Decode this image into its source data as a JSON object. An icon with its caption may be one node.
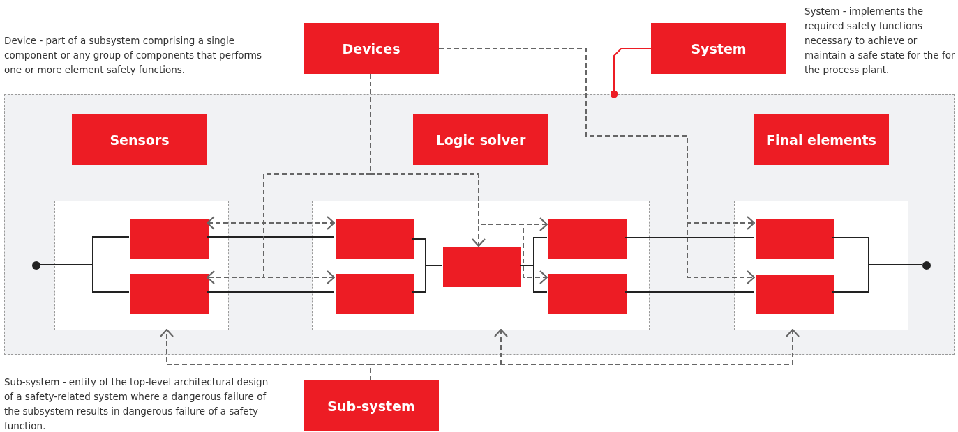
{
  "diagram": {
    "nodes": [
      {
        "text": [
          "Devices"
        ]
      },
      {
        "text": [
          "System"
        ]
      },
      {
        "text": [],
        "shape": "box"
      },
      {
        "text": [
          "Sensors"
        ],
        "in": 2
      },
      {
        "text": [
          "Logic solver"
        ],
        "in": 2
      },
      {
        "text": [
          "Final elements"
        ],
        "in": 2
      },
      {
        "text": [],
        "shape": "box",
        "in": 2
      },
      {
        "text": [],
        "shape": "box",
        "in": 6
      },
      {
        "text": [],
        "shape": "box",
        "in": 6
      },
      {
        "text": [],
        "shape": "box",
        "in": 2
      },
      {
        "text": [],
        "shape": "box",
        "in": 9
      },
      {
        "text": [],
        "shape": "box",
        "in": 9
      },
      {
        "text": [],
        "shape": "box",
        "in": 9
      },
      {
        "text": [],
        "shape": "box",
        "in": 9
      },
      {
        "text": [],
        "shape": "box",
        "in": 9
      },
      {
        "text": [],
        "shape": "box",
        "in": 2
      },
      {
        "text": [],
        "shape": "box",
        "in": 15
      },
      {
        "text": [],
        "shape": "box",
        "in": 15
      },
      {
        "text": [],
        "shape": "circle",
        "in": 2
      },
      {
        "text": [],
        "shape": "circle",
        "in": 2
      },
      {
        "text": [
          "Sub-system"
        ]
      }
    ],
    "edges": [
      {
        "from": 18,
        "to": 7,
        "arrow": "none"
      },
      {
        "from": 18,
        "to": 8,
        "arrow": "none"
      },
      {
        "from": 7,
        "to": 10,
        "arrow": "none"
      },
      {
        "from": 8,
        "to": 11,
        "arrow": "none"
      },
      {
        "from": 10,
        "to": 12,
        "arrow": "none"
      },
      {
        "from": 11,
        "to": 12,
        "arrow": "none"
      },
      {
        "from": 12,
        "to": 13,
        "arrow": "none"
      },
      {
        "from": 12,
        "to": 14,
        "arrow": "none"
      },
      {
        "from": 13,
        "to": 16,
        "arrow": "none"
      },
      {
        "from": 14,
        "to": 17,
        "arrow": "none"
      },
      {
        "from": 16,
        "to": 19,
        "arrow": "none"
      },
      {
        "from": 17,
        "to": 19,
        "arrow": "none"
      },
      {
        "from": 0,
        "to": 7,
        "arrow": "to",
        "style": "dashed",
        "color": "#666666"
      },
      {
        "from": 0,
        "to": 10,
        "arrow": "to",
        "style": "dashed",
        "color": "#666666"
      },
      {
        "from": 0,
        "to": 8,
        "arrow": "to",
        "style": "dashed",
        "color": "#666666"
      },
      {
        "from": 0,
        "to": 11,
        "arrow": "to",
        "style": "dashed",
        "color": "#666666"
      },
      {
        "from": 0,
        "to": 12,
        "arrow": "to",
        "style": "dashed",
        "color": "#666666"
      },
      {
        "from": 0,
        "to": 13,
        "arrow": "to",
        "style": "dashed",
        "color": "#666666"
      },
      {
        "from": 0,
        "to": 14,
        "arrow": "to",
        "style": "dashed",
        "color": "#666666"
      },
      {
        "from": 0,
        "to": 16,
        "arrow": "to",
        "style": "dashed",
        "color": "#666666"
      },
      {
        "from": 0,
        "to": 17,
        "arrow": "to",
        "style": "dashed",
        "color": "#666666"
      },
      {
        "from": 20,
        "to": 6,
        "arrow": "to",
        "style": "dashed",
        "color": "#666666"
      },
      {
        "from": 20,
        "to": 9,
        "arrow": "to",
        "style": "dashed",
        "color": "#666666"
      },
      {
        "from": 20,
        "to": 15,
        "arrow": "to",
        "style": "dashed",
        "color": "#666666"
      },
      {
        "from": 1,
        "to": 2,
        "arrow": "other",
        "color": "#ed1c24"
      }
    ],
    "labels": [
      "Device - part of a subsystem comprising a single component or any group of components that performs one or more element safety functions.",
      "System - implements the required safety functions necessary to achieve or maintain a safe state for the for the process plant.",
      "Sub-system - entity of the top-level architectural design of a safety-related system where a dangerous failure of the subsystem results in dangerous failure of a safety function."
    ]
  }
}
